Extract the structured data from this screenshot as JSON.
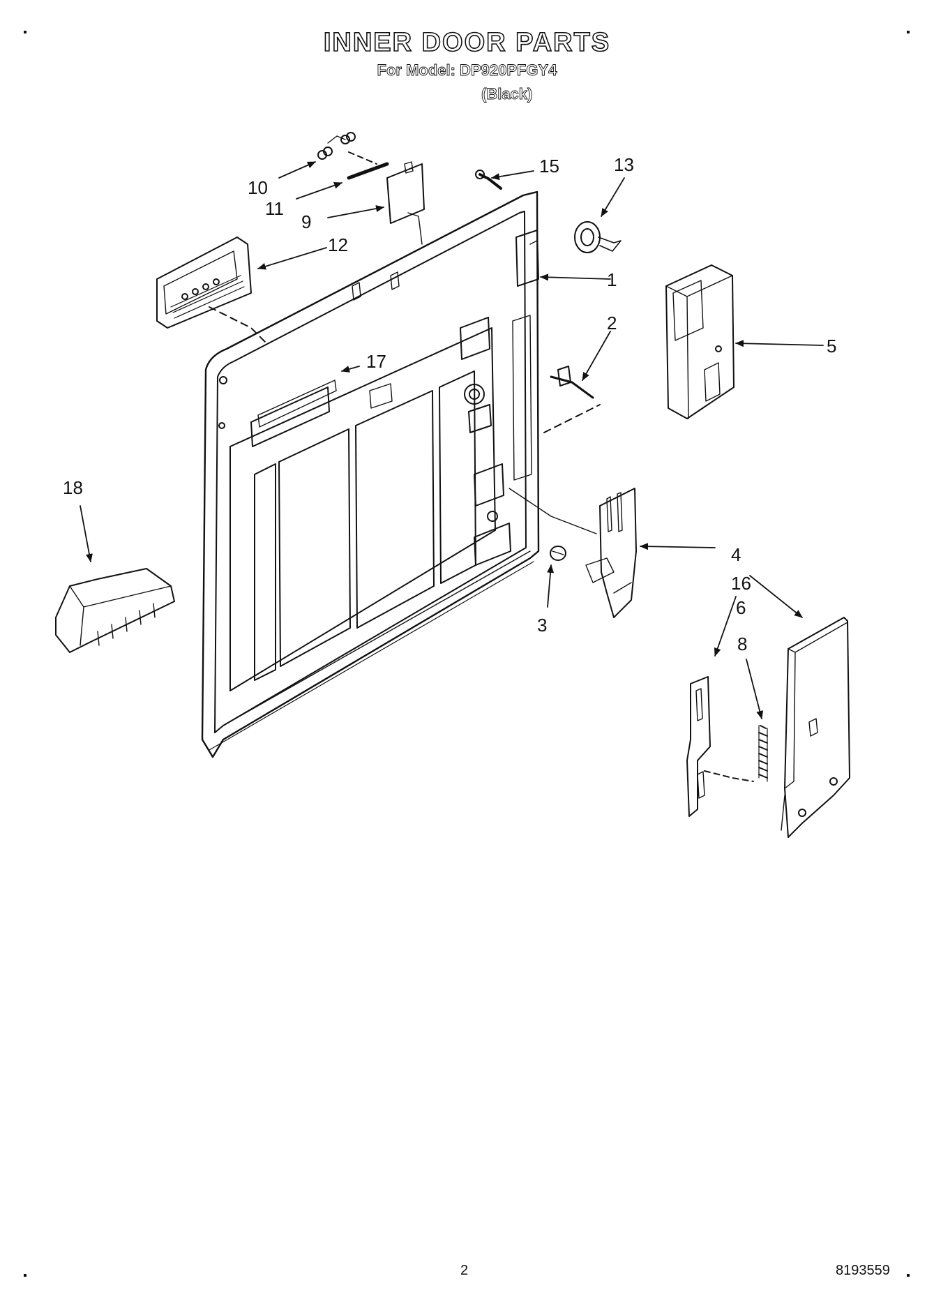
{
  "header": {
    "title": "INNER DOOR PARTS",
    "model_line": "For Model: DP920PFGY4",
    "color_note": "(Black)"
  },
  "callouts": [
    "1",
    "2",
    "3",
    "4",
    "5",
    "6",
    "8",
    "9",
    "10",
    "11",
    "12",
    "13",
    "15",
    "16",
    "17",
    "18"
  ],
  "footer": {
    "page_number": "2",
    "doc_number": "8193559"
  }
}
